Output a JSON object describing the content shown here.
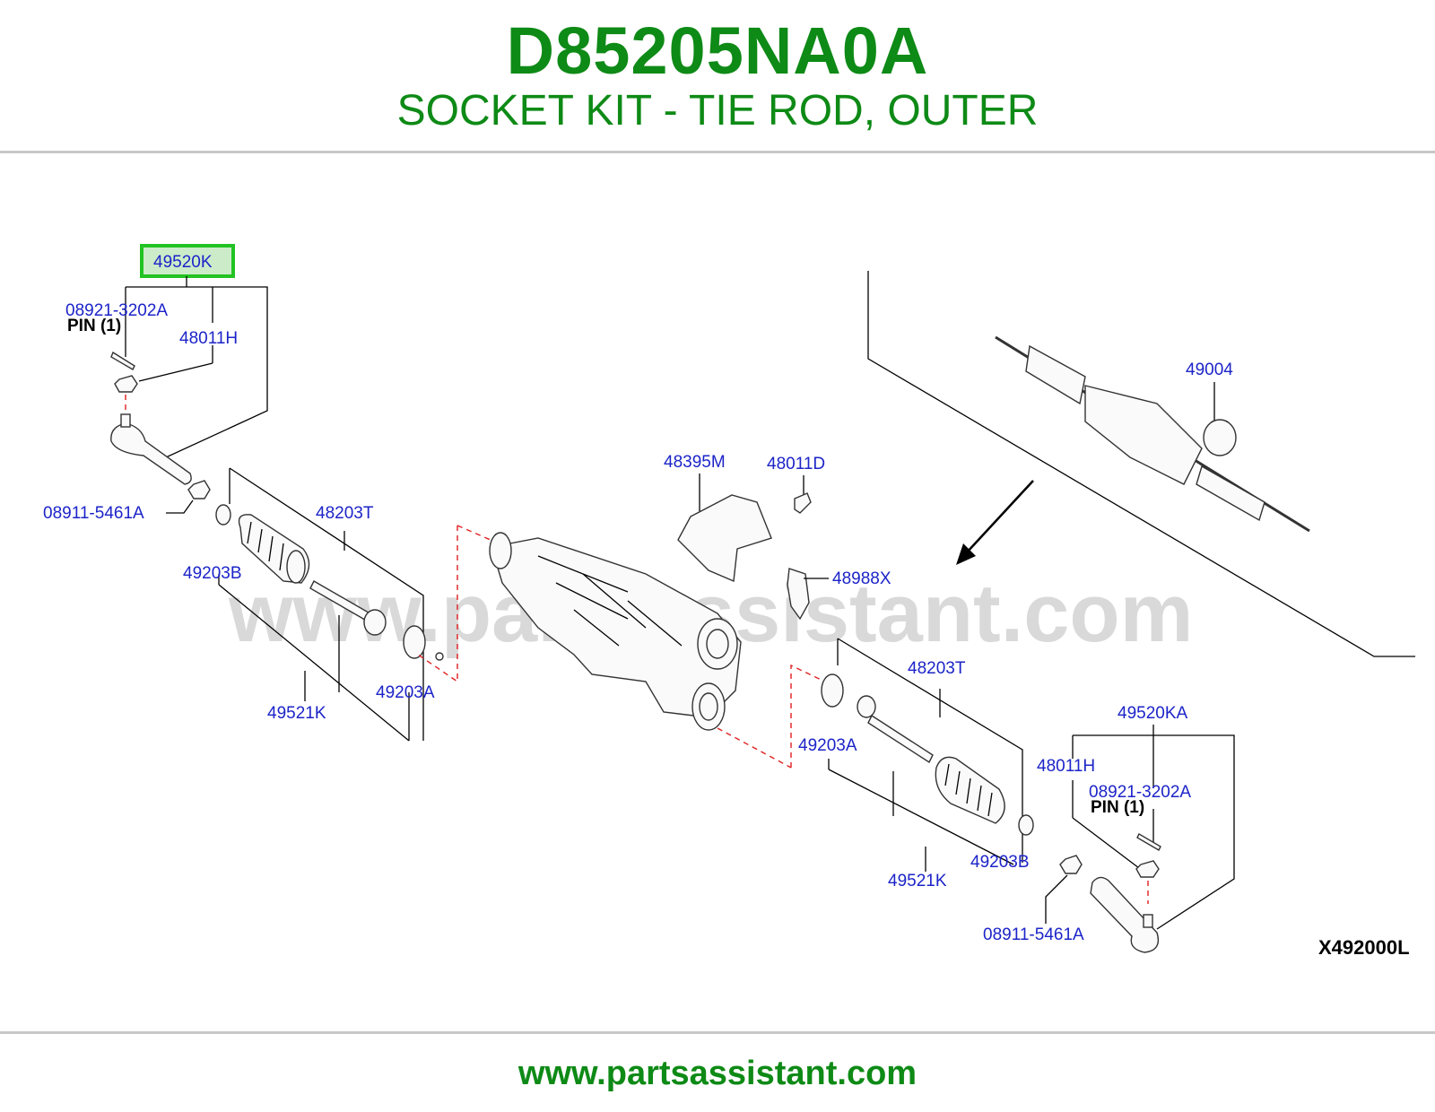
{
  "header": {
    "part_number": "D85205NA0A",
    "description": "SOCKET KIT - TIE ROD, OUTER"
  },
  "diagram": {
    "watermark": "www.partsassistant.com",
    "figure_code": "X492000L",
    "highlight_color": "#22c322",
    "label_color": "#1c24c8",
    "labels": {
      "p49520K": "49520K",
      "p08921_left": "08921-3202A",
      "pin_left": "PIN  (1)",
      "p48011H_left": "48011H",
      "p08911_left": "08911-5461A",
      "p49203B_left": "49203B",
      "p48203T_left": "48203T",
      "p49521K_left": "49521K",
      "p49203A_left": "49203A",
      "p48395M": "48395M",
      "p48011D": "48011D",
      "p48988X": "48988X",
      "p49004": "49004",
      "p48203T_right": "48203T",
      "p49203A_right": "49203A",
      "p49521K_right": "49521K",
      "p49203B_right": "49203B",
      "p49520KA": "49520KA",
      "p48011H_right": "48011H",
      "p08921_right": "08921-3202A",
      "pin_right": "PIN  (1)",
      "p08911_right": "08911-5461A"
    }
  },
  "footer": {
    "url": "www.partsassistant.com"
  }
}
